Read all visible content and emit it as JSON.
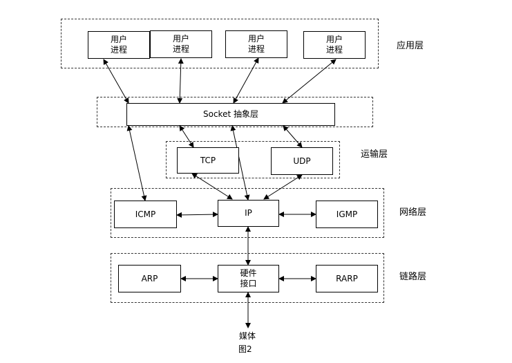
{
  "boxes": {
    "proc1": "用户\n进程",
    "proc2": "用户\n进程",
    "proc3": "用户\n进程",
    "proc4": "用户\n进程",
    "socket": "Socket 抽象层",
    "tcp": "TCP",
    "udp": "UDP",
    "icmp": "ICMP",
    "ip": "IP",
    "igmp": "IGMP",
    "arp": "ARP",
    "hw": "硬件\n接口",
    "rarp": "RARP"
  },
  "labels": {
    "app": "应用层",
    "transport": "运输层",
    "network": "网络层",
    "link": "链路层",
    "media": "媒体",
    "caption": "图2"
  }
}
